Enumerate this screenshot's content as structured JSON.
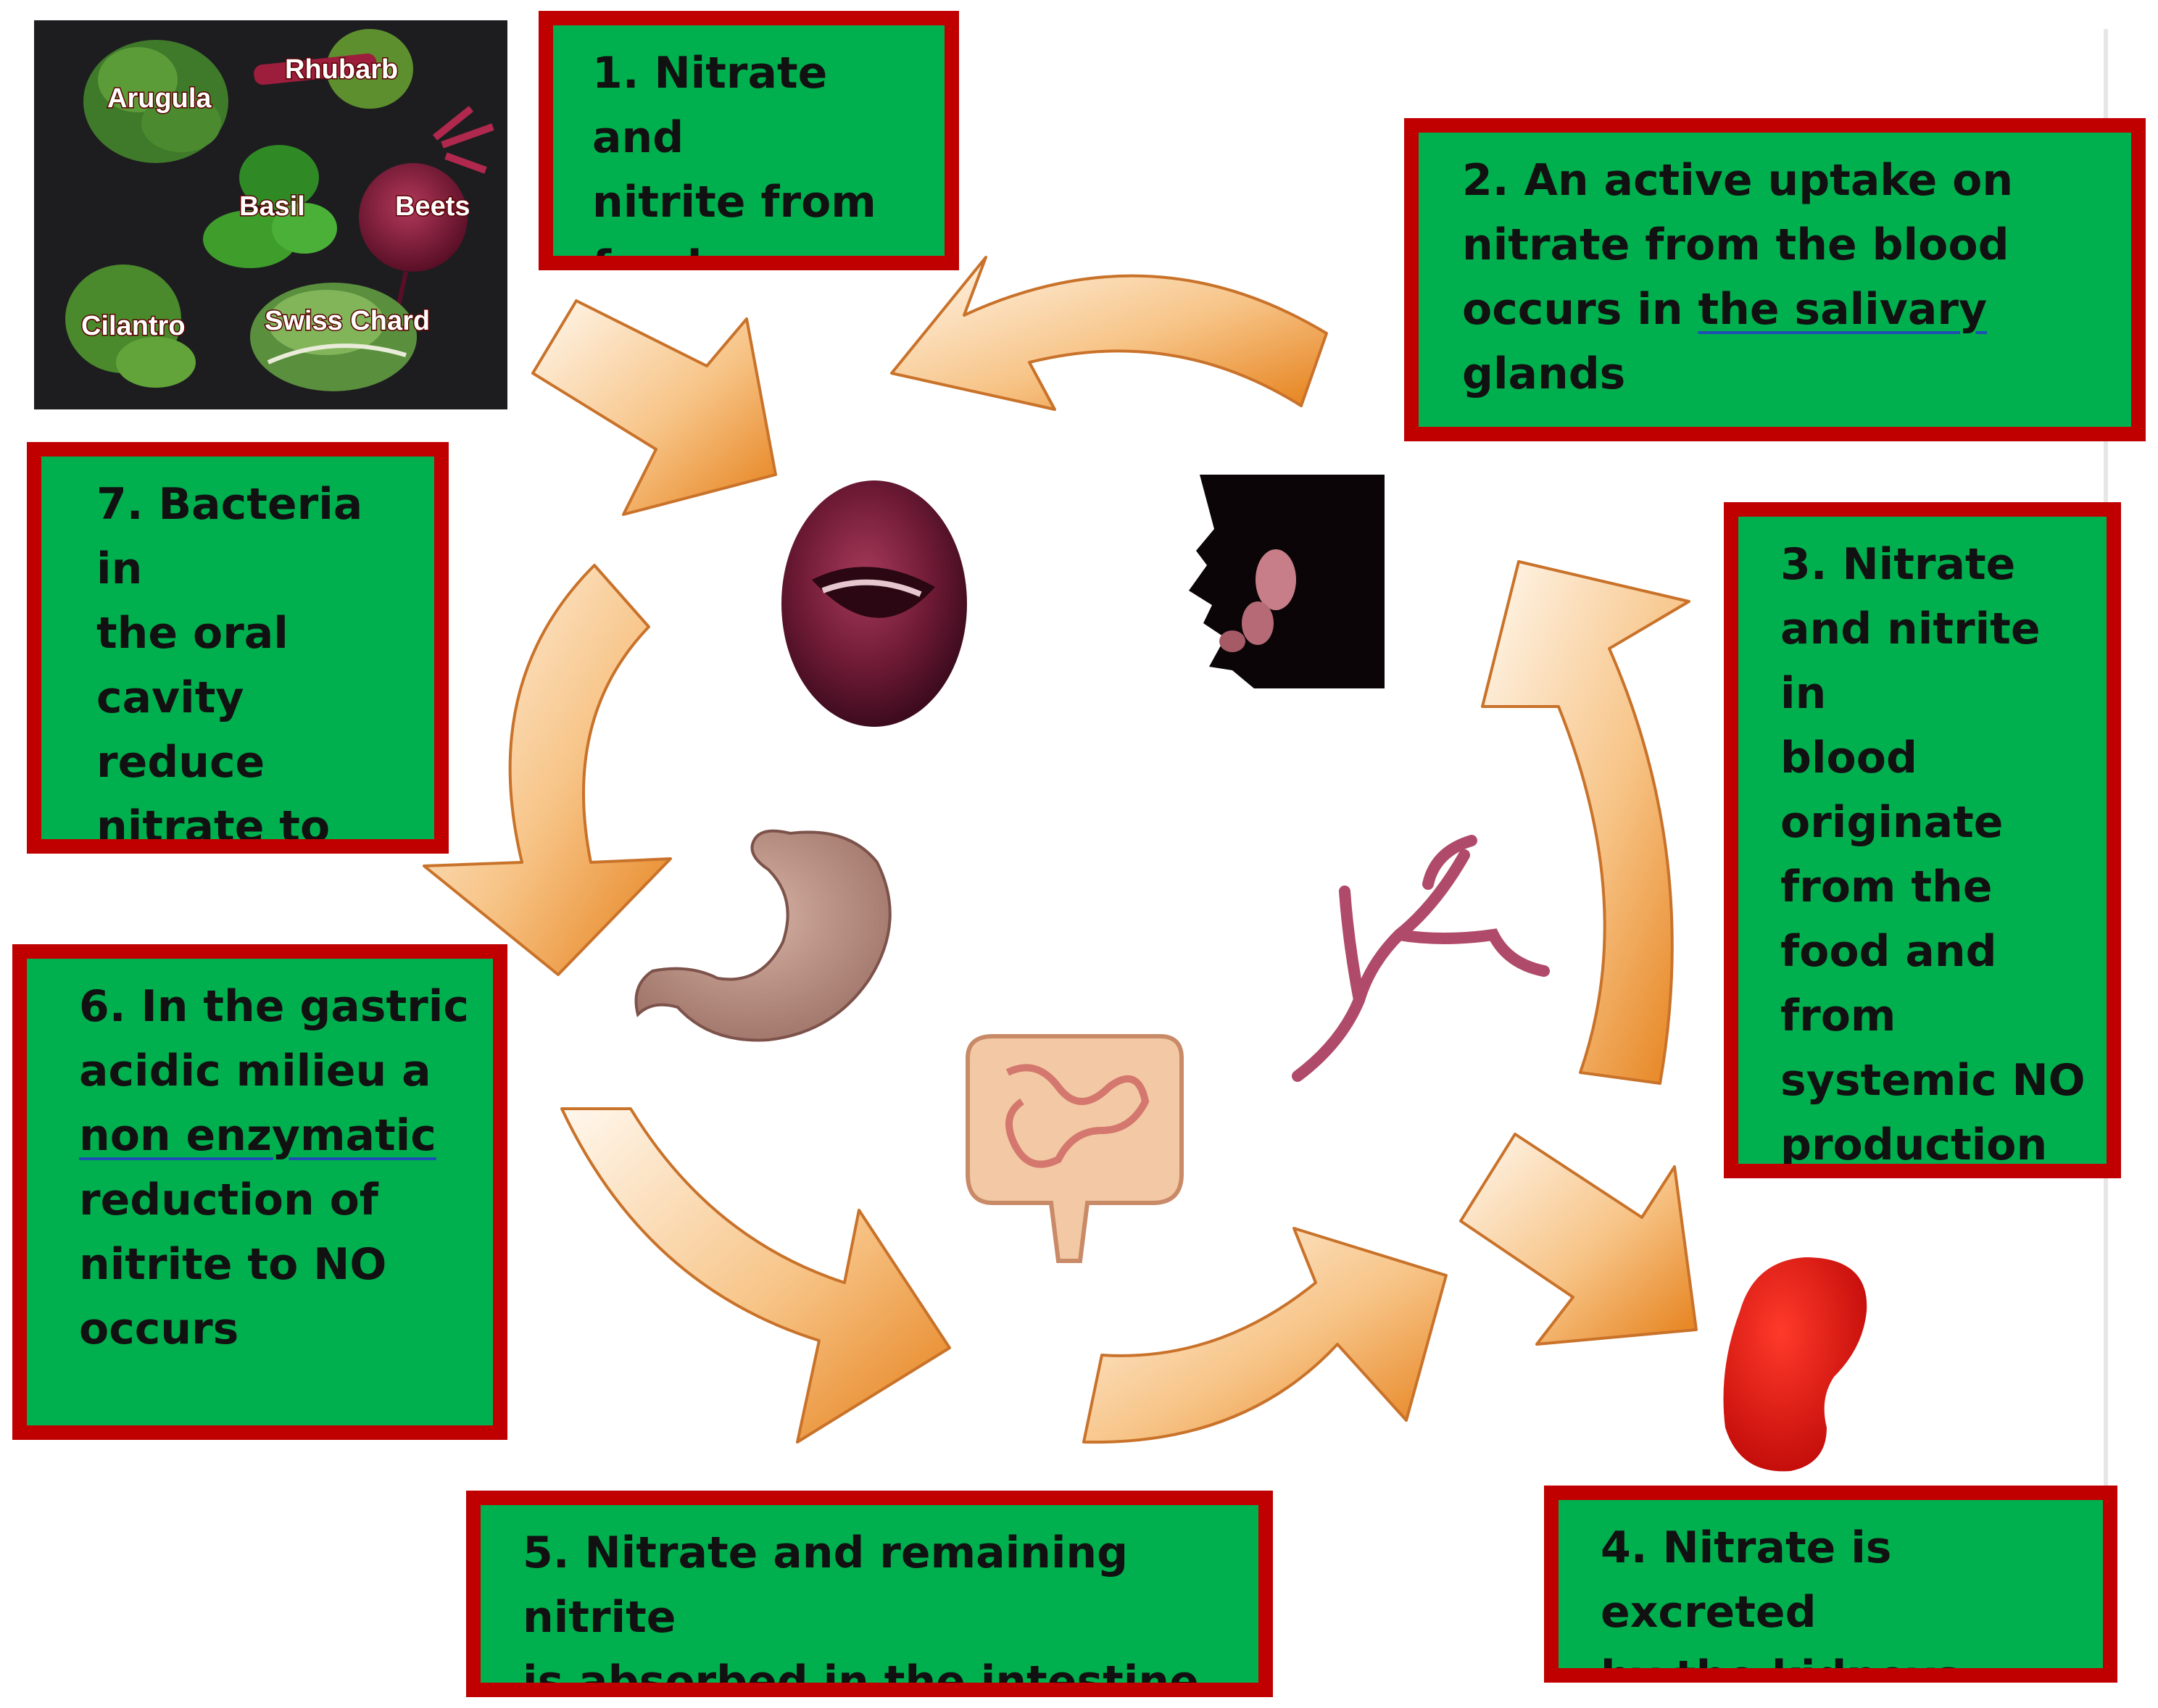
{
  "vegetables": {
    "labels": [
      "Arugula",
      "Rhubarb",
      "Basil",
      "Beets",
      "Cilantro",
      "Swiss Chard"
    ]
  },
  "steps": [
    {
      "number": "1.",
      "text": "Nitrate and\nnitrite from\nfood"
    },
    {
      "number": "2.",
      "text_before": "An active uptake on\nnitrate from the blood\noccurs in ",
      "text_underlined": "the  salivary",
      "text_after": "\nglands"
    },
    {
      "number": "3.",
      "text": "Nitrate\nand nitrite in\nblood\noriginate\nfrom the\nfood and\nfrom\nsystemic NO\nproduction"
    },
    {
      "number": "4.",
      "text": "Nitrate is excreted\nby the kidneys"
    },
    {
      "number": "5.",
      "text": "Nitrate and remaining nitrite\nis absorbed in the intestine"
    },
    {
      "number": "6.",
      "text_before": "In the gastric\nacidic milieu a\n",
      "text_underlined": "non enzymatic",
      "text_after": "\nreduction of\nnitrite to NO\noccurs"
    },
    {
      "number": "7.",
      "text": "Bacteria in\nthe oral\ncavity reduce\nnitrate to\nnitrite"
    }
  ],
  "colors": {
    "box_fill": "#00b04f",
    "box_border": "#c00000",
    "arrow_light": "#fff6ea",
    "arrow_dark": "#e8841c",
    "arrow_outline": "#c2641a"
  }
}
